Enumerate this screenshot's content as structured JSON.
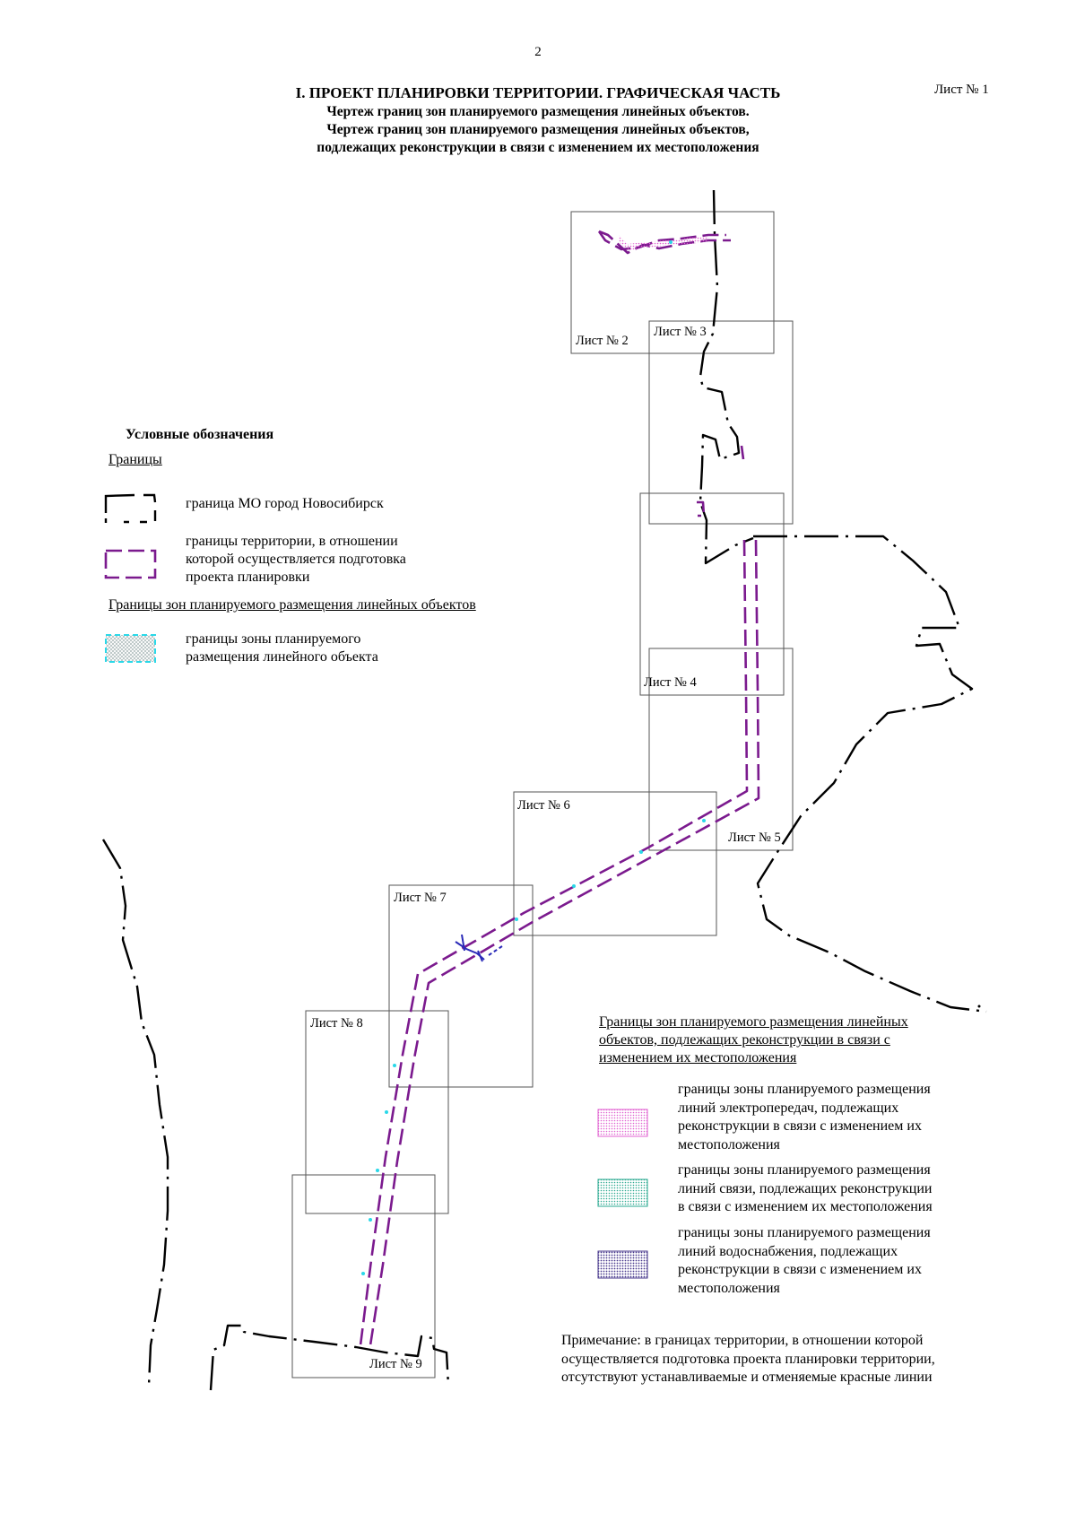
{
  "page": {
    "number": "2",
    "sheet_ref": "Лист № 1"
  },
  "title": {
    "main": "I. ПРОЕКТ ПЛАНИРОВКИ ТЕРРИТОРИИ. ГРАФИЧЕСКАЯ ЧАСТЬ",
    "line1": "Чертеж границ зон планируемого размещения линейных объектов.",
    "line2": "Чертеж границ зон планируемого размещения линейных объектов,",
    "line3": "подлежащих реконструкции в связи с изменением их местоположения"
  },
  "legend": {
    "title": "Условные обозначения",
    "section_borders": "Границы",
    "item_mo": "граница МО город Новосибирск",
    "item_territory_1": "границы территории, в отношении",
    "item_territory_2": "которой осуществляется подготовка",
    "item_territory_3": "проекта планировки",
    "section_zones": "Границы зон планируемого размещения линейных объектов",
    "item_zone_1": "границы зоны планируемого",
    "item_zone_2": "размещения линейного объекта"
  },
  "legend2": {
    "header_1": "Границы зон планируемого размещения линейных",
    "header_2": "объектов, подлежащих реконструкции в связи с",
    "header_3": "изменением их местоположения",
    "power_1": "границы зоны планируемого размещения",
    "power_2": "линий электропередач, подлежащих",
    "power_3": "реконструкции в связи с изменением их",
    "power_4": "местоположения",
    "comm_1": "границы зоны планируемого размещения",
    "comm_2": "линий связи, подлежащих реконструкции",
    "comm_3": "в связи с изменением их местоположения",
    "water_1": "границы зоны планируемого размещения",
    "water_2": "линий водоснабжения, подлежащих",
    "water_3": "реконструкции в связи с изменением их",
    "water_4": "местоположения"
  },
  "note": {
    "line1": "Примечание:  в  границах территории, в отношении которой",
    "line2": "осуществляется подготовка проекта планировки территории,",
    "line3": "отсутствуют устанавливаемые и отменяемые красные линии"
  },
  "sheets": [
    "Лист № 2",
    "Лист № 3",
    "Лист № 4",
    "Лист № 5",
    "Лист № 6",
    "Лист № 7",
    "Лист № 8",
    "Лист № 9"
  ],
  "colors": {
    "mo_border": "#000000",
    "territory_border": "#7b1a8e",
    "zone_border": "#2ad8e8",
    "power_fill": "#e060d0",
    "comm_fill": "#2aa890",
    "water_fill": "#4a3a8e",
    "sheet_frame": "#555555"
  }
}
